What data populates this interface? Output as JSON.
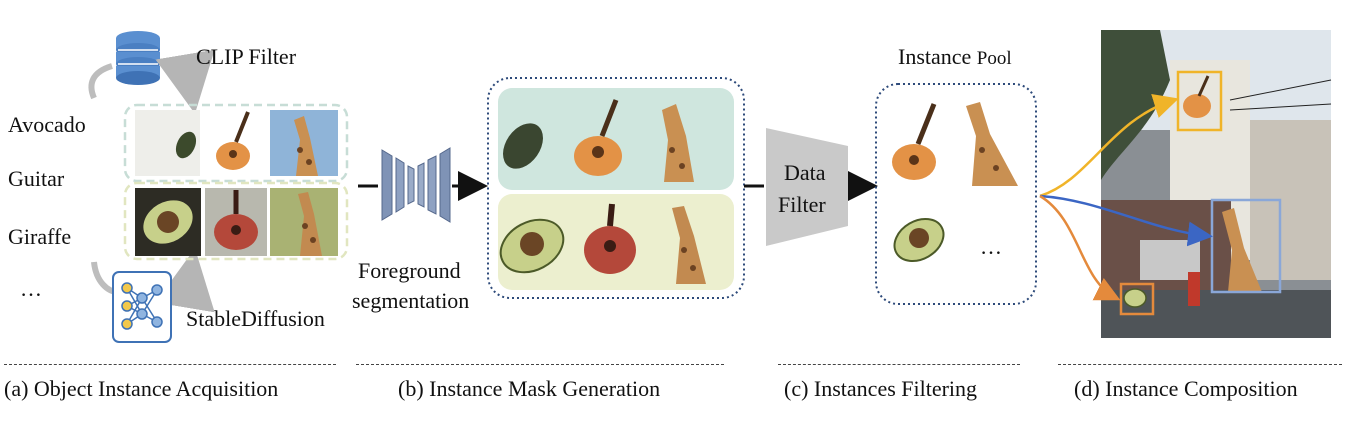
{
  "sources": {
    "clip_filter_label": "CLIP Filter",
    "stable_diffusion_label": "StableDiffusion",
    "classes": [
      "Avocado",
      "Guitar",
      "Giraffe",
      "…"
    ]
  },
  "stages": {
    "foreground_label_line1": "Foreground",
    "foreground_label_line2": "segmentation",
    "data_filter_line1": "Data",
    "data_filter_line2": "Filter",
    "instance_pool_title_main": "Instance",
    "instance_pool_title_small": "Pool",
    "pool_ellipsis": "…"
  },
  "captions": {
    "a": "(a) Object Instance Acquisition",
    "b": "(b) Instance Mask Generation",
    "c": "(c) Instances Filtering",
    "d": "(d)  Instance Composition"
  },
  "colors": {
    "clip_box": "#cfe3dc",
    "sd_box": "#e8ebc8",
    "mask_top_bg": "#cfe6de",
    "mask_bottom_bg": "#ecefcf",
    "dotted_border": "#2d4a7a",
    "arrow_yellow": "#f0b429",
    "arrow_blue": "#3b66c4",
    "arrow_orange": "#e48a3c",
    "data_filter": "#c9c9c9"
  }
}
